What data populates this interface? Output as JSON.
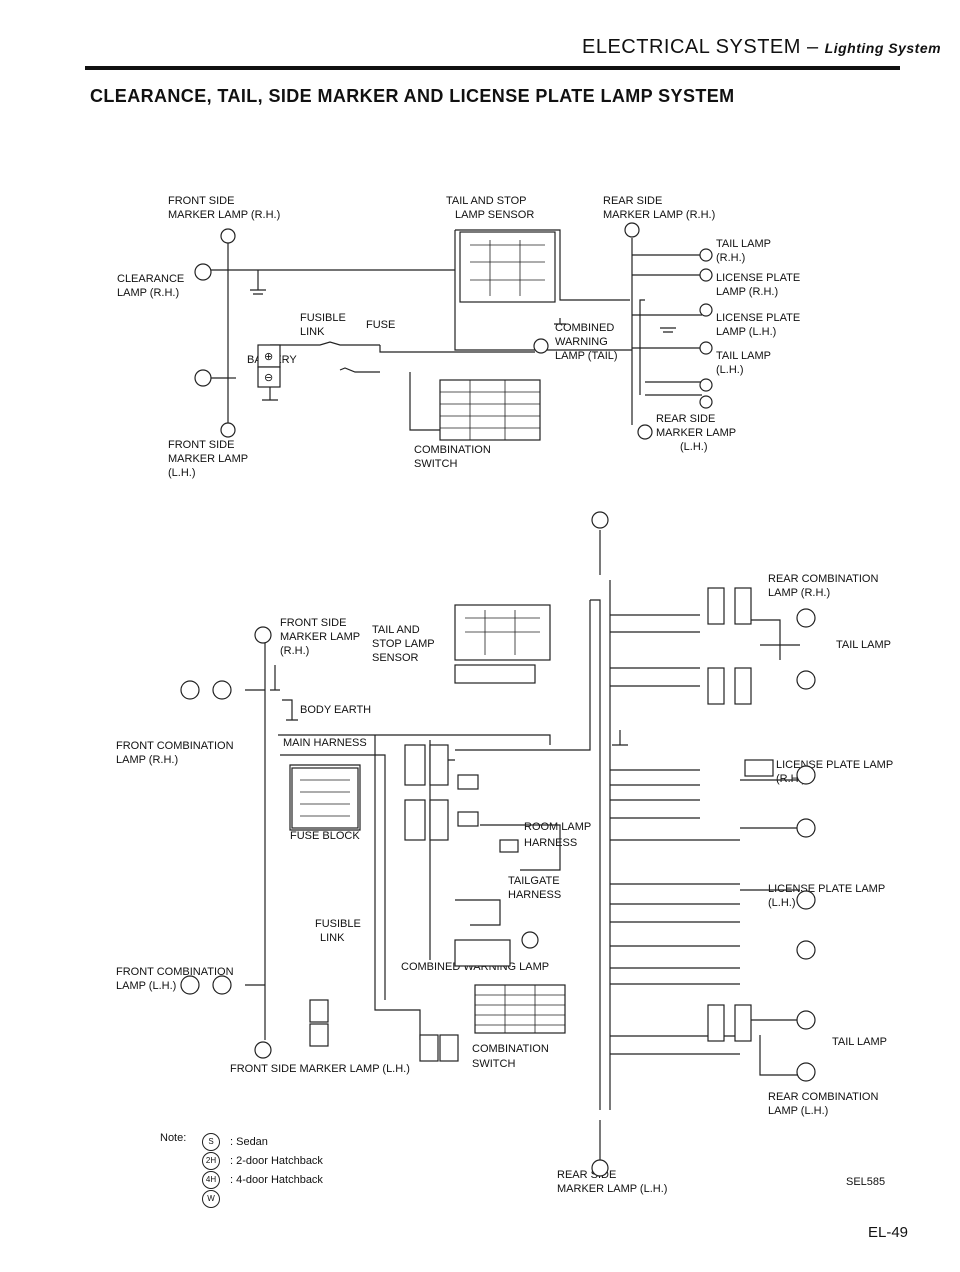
{
  "header": {
    "section": "ELECTRICAL SYSTEM –",
    "subsection": "Lighting System"
  },
  "title": "CLEARANCE, TAIL, SIDE MARKER AND LICENSE PLATE LAMP SYSTEM",
  "diagram1": {
    "front_side_rh": [
      "FRONT SIDE",
      "MARKER LAMP (R.H.)"
    ],
    "clearance_rh": [
      "CLEARANCE",
      "LAMP (R.H.)"
    ],
    "fusible_link": [
      "FUSIBLE",
      "LINK"
    ],
    "fuse": "FUSE",
    "battery": "BATTERY",
    "tail_stop_sensor": [
      "TAIL AND STOP",
      "LAMP SENSOR"
    ],
    "combined_warning": [
      "COMBINED",
      "WARNING",
      "LAMP (TAIL)"
    ],
    "combination_switch": [
      "COMBINATION",
      "SWITCH"
    ],
    "rear_side_rh": [
      "REAR SIDE",
      "MARKER LAMP (R.H.)"
    ],
    "tail_rh": [
      "TAIL LAMP",
      "(R.H.)"
    ],
    "license_rh": [
      "LICENSE PLATE",
      "LAMP (R.H.)"
    ],
    "license_lh": [
      "LICENSE PLATE",
      "LAMP (L.H.)"
    ],
    "tail_lh": [
      "TAIL LAMP",
      "(L.H.)"
    ],
    "rear_side_lh": [
      "REAR SIDE",
      "MARKER LAMP",
      "(L.H.)"
    ],
    "front_side_lh": [
      "FRONT SIDE",
      "MARKER LAMP",
      "(L.H.)"
    ]
  },
  "diagram2": {
    "front_side_rh": [
      "FRONT SIDE",
      "MARKER LAMP",
      "(R.H.)"
    ],
    "tail_stop_sensor": [
      "TAIL AND",
      "STOP LAMP",
      "SENSOR"
    ],
    "body_earth": "BODY EARTH",
    "front_comb_rh": [
      "FRONT COMBINATION",
      "LAMP (R.H.)"
    ],
    "main_harness": "MAIN HARNESS",
    "fuse_block": "FUSE BLOCK",
    "fusible_link": [
      "FUSIBLE",
      "LINK"
    ],
    "room_lamp": "ROOM LAMP",
    "harness": "HARNESS",
    "tailgate_harness": [
      "TAILGATE",
      "HARNESS"
    ],
    "combined_warning": "COMBINED WARNING LAMP",
    "combination_switch": [
      "COMBINATION",
      "SWITCH"
    ],
    "front_comb_lh": [
      "FRONT COMBINATION",
      "LAMP (L.H.)"
    ],
    "front_side_lh": "FRONT SIDE MARKER LAMP (L.H.)",
    "rear_comb_rh": [
      "REAR COMBINATION",
      "LAMP (R.H.)"
    ],
    "tail_lamp_1": "TAIL LAMP",
    "license_rh": [
      "LICENSE PLATE LAMP",
      "(R.H.)"
    ],
    "license_lh": [
      "LICENSE PLATE LAMP",
      "(L.H.)"
    ],
    "tail_lamp_2": "TAIL LAMP",
    "rear_comb_lh": [
      "REAR COMBINATION",
      "LAMP (L.H.)"
    ],
    "rear_side_lh": [
      "REAR SIDE",
      "MARKER LAMP (L.H.)"
    ]
  },
  "notes": {
    "label": "Note:",
    "items": [
      {
        "symbol": "S",
        "text": ": Sedan"
      },
      {
        "symbol": "2H",
        "text": ": 2-door Hatchback"
      },
      {
        "symbol": "4H",
        "text": ": 4-door Hatchback"
      },
      {
        "symbol": "W",
        "text": ""
      }
    ]
  },
  "figure_code": "SEL585",
  "page_number": "EL-49"
}
